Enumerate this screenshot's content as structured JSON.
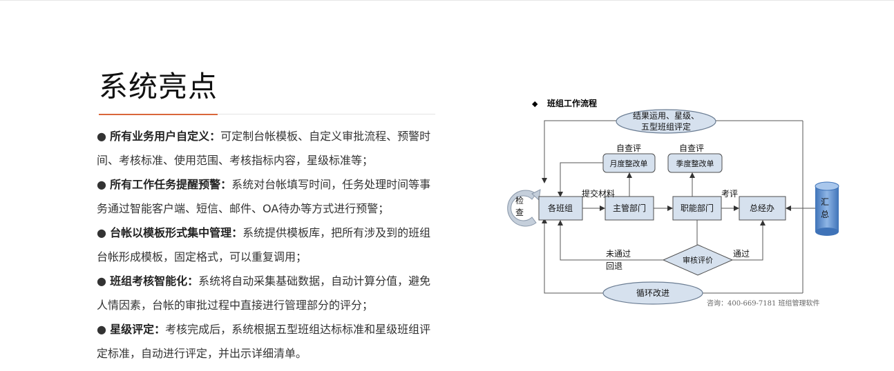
{
  "section": {
    "title": "系统亮点"
  },
  "features": [
    {
      "heading": "所有业务用户自定义：",
      "text": "可定制台帐模板、自定义审批流程、预警时间、考核标准、使用范围、考核指标内容，星级标准等；"
    },
    {
      "heading": "所有工作任务提醒预警：",
      "text": "系统对台帐填写时间，任务处理时间等事务通过智能客户端、短信、邮件、OA待办等方式进行预警；"
    },
    {
      "heading": "台帐以模板形式集中管理：",
      "text": "系统提供模板库，把所有涉及到的班组台帐形成模板，固定格式，可以重复调用；"
    },
    {
      "heading": "班组考核智能化：",
      "text": "系统将自动采集基础数据，自动计算分值，避免人情因素，台帐的审批过程中直接进行管理部分的评分；"
    },
    {
      "heading": "星级评定：",
      "text": "考核完成后，系统根据五型班组达标标准和星级班组评定标准，自动进行评定，并出示详细清单。"
    }
  ],
  "bullet": "●",
  "diagram": {
    "title_marker": "◆",
    "title": "班组工作流程",
    "result_line1": "结果运用、星级、",
    "result_line2": "五型班组评定",
    "check_line1": "检",
    "check_line2": "查",
    "team": "各班组",
    "supervisor": "主管部门",
    "functional": "职能部门",
    "general_manager": "总经办",
    "monthly": "月度整改单",
    "quarterly": "季度整改单",
    "self_check_1": "自查评",
    "self_check_2": "自查评",
    "submit": "提交材料",
    "evaluate": "考评",
    "review": "审核评价",
    "not_passed": "未通过",
    "return": "回退",
    "passed": "通过",
    "cycle": "循环改进",
    "summary_line1": "汇",
    "summary_line2": "总",
    "contact": "咨询：400-669-7181  班组管理软件"
  },
  "colors": {
    "accent": "#d9663a",
    "box_fill": "#d6e1ee",
    "box_stroke": "#4d4d4d",
    "cylinder": "#5b8fce"
  }
}
